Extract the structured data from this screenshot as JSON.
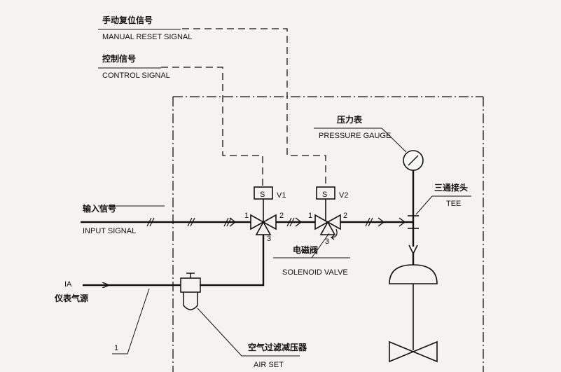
{
  "colors": {
    "ink": "#111111",
    "paper": "#f4f3f1"
  },
  "signals": {
    "manual_reset_cn": "手动复位信号",
    "manual_reset_en": "MANUAL RESET SIGNAL",
    "control_cn": "控制信号",
    "control_en": "CONTROL SIGNAL",
    "input_cn": "输入信号",
    "input_en": "INPUT SIGNAL"
  },
  "supply": {
    "tag": "IA",
    "cn": "仪表气源"
  },
  "pressure_gauge": {
    "cn": "压力表",
    "en": "PRESSURE GAUGE"
  },
  "tee": {
    "cn": "三通接头",
    "en": "TEE"
  },
  "solenoid_valve": {
    "cn": "电磁阀",
    "en": "SOLENOID VALVE"
  },
  "air_set": {
    "cn": "空气过滤减压器",
    "en": "AIR SET"
  },
  "valves": [
    {
      "coil": "S",
      "tag": "V1",
      "port1": "1",
      "port2": "2",
      "port3": "3"
    },
    {
      "coil": "S",
      "tag": "V2",
      "port1": "1",
      "port2": "2",
      "port3": "3"
    }
  ],
  "callout_number": "1"
}
